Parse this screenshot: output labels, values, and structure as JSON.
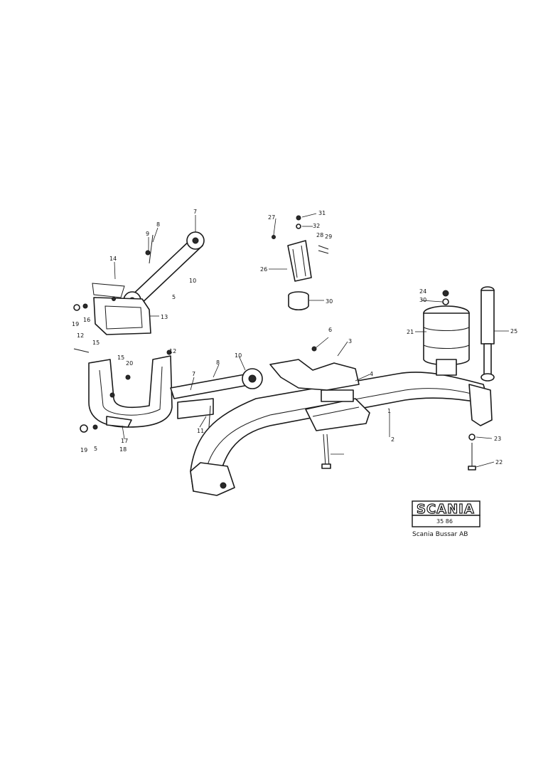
{
  "diagram": {
    "callouts": [
      {
        "id": "c-7a",
        "text": "7"
      },
      {
        "id": "c-9a",
        "text": "9"
      },
      {
        "id": "c-8a",
        "text": "8"
      },
      {
        "id": "c-14",
        "text": "14"
      },
      {
        "id": "c-10a",
        "text": "10"
      },
      {
        "id": "c-5a",
        "text": "5"
      },
      {
        "id": "c-13",
        "text": "13"
      },
      {
        "id": "c-19a",
        "text": "19"
      },
      {
        "id": "c-16a",
        "text": "16"
      },
      {
        "id": "c-27",
        "text": "27"
      },
      {
        "id": "c-31",
        "text": "31"
      },
      {
        "id": "c-32",
        "text": "32"
      },
      {
        "id": "c-28",
        "text": "28"
      },
      {
        "id": "c-29",
        "text": "29"
      },
      {
        "id": "c-26",
        "text": "26"
      },
      {
        "id": "c-30",
        "text": "30"
      },
      {
        "id": "c-24",
        "text": "24"
      },
      {
        "id": "c-30b",
        "text": "30"
      },
      {
        "id": "c-21",
        "text": "21"
      },
      {
        "id": "c-25",
        "text": "25"
      },
      {
        "id": "c-6",
        "text": "6"
      },
      {
        "id": "c-3",
        "text": "3"
      },
      {
        "id": "c-4",
        "text": "4"
      },
      {
        "id": "c-12",
        "text": "12"
      },
      {
        "id": "c-15a",
        "text": "15"
      },
      {
        "id": "c-15b",
        "text": "15"
      },
      {
        "id": "c-20",
        "text": "20"
      },
      {
        "id": "c-12b",
        "text": "12"
      },
      {
        "id": "c-7b",
        "text": "7"
      },
      {
        "id": "c-8b",
        "text": "8"
      },
      {
        "id": "c-10b",
        "text": "10"
      },
      {
        "id": "c-11",
        "text": "11"
      },
      {
        "id": "c-17",
        "text": "17"
      },
      {
        "id": "c-18",
        "text": "18"
      },
      {
        "id": "c-19b",
        "text": "19"
      },
      {
        "id": "c-5b",
        "text": "5"
      },
      {
        "id": "c-1",
        "text": "1"
      },
      {
        "id": "c-2",
        "text": "2"
      },
      {
        "id": "c-23",
        "text": "23"
      },
      {
        "id": "c-22",
        "text": "22"
      }
    ]
  },
  "title_block": {
    "logo_text": "SCANIA",
    "code": "35 86",
    "company": "Scania Bussar AB"
  }
}
